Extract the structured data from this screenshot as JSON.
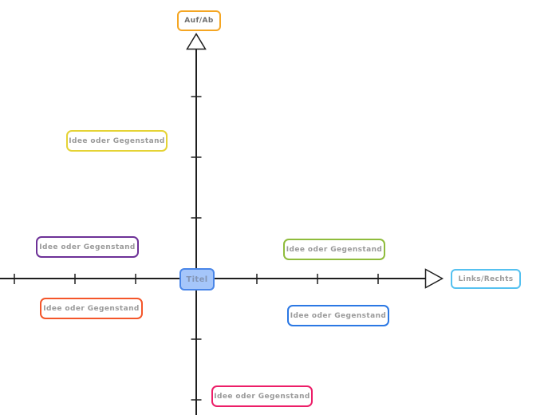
{
  "diagram": {
    "background_color": "#ffffff",
    "axis_color": "#1f1f1f",
    "y_axis_label": {
      "text": "Auf/Ab",
      "border_color": "#f5a623",
      "text_color": "#6e6e6e"
    },
    "x_axis_label": {
      "text": "Links/Rechts",
      "border_color": "#55c1f0",
      "text_color": "#9a9a9a"
    },
    "center_node": {
      "text": "Titel",
      "border_color": "#4a86e8",
      "fill_color": "#a5c6fa",
      "text_color": "#8395b5"
    },
    "idea_box_text_color": "#9a9a9a",
    "idea_boxes": [
      {
        "text": "Idee oder Gegenstand",
        "border_color": "#e5d335",
        "position": "upper-left-quadrant"
      },
      {
        "text": "Idee oder Gegenstand",
        "border_color": "#6d3197",
        "position": "left-above-axis"
      },
      {
        "text": "Idee oder Gegenstand",
        "border_color": "#f4562a",
        "position": "left-below-axis"
      },
      {
        "text": "Idee oder Gegenstand",
        "border_color": "#8fbc3c",
        "position": "right-above-axis"
      },
      {
        "text": "Idee oder Gegenstand",
        "border_color": "#2b78e4",
        "position": "right-below-axis"
      },
      {
        "text": "Idee oder Gegenstand",
        "border_color": "#ec1e68",
        "position": "bottom-center"
      }
    ]
  }
}
